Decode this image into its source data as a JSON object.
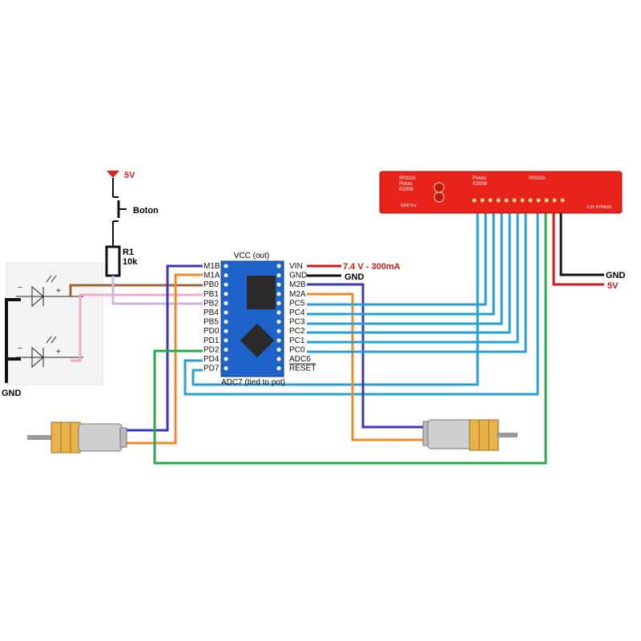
{
  "power_symbol": {
    "label": "5V",
    "color": "#e02020"
  },
  "button": {
    "label": "Boton"
  },
  "resistor": {
    "name": "R1",
    "value": "10k"
  },
  "gnd_left": {
    "label": "GND"
  },
  "board": {
    "top_label": "VCC (out)",
    "bottom_label": "ADC7 (tied to pot)",
    "left_pins": [
      "M1B",
      "M1A",
      "PB0",
      "PB1",
      "PB2",
      "PB4",
      "PB5",
      "PD0",
      "PD1",
      "PD2",
      "PD4",
      "PD7"
    ],
    "right_pins": [
      "VIN",
      "GND",
      "M2B",
      "M2A",
      "PC5",
      "PC4",
      "PC3",
      "PC2",
      "PC1",
      "PC0",
      "ADC6",
      "RESET"
    ],
    "color": "#1d63c9"
  },
  "supply": {
    "label": "7.4 V - 300mA",
    "color": "#d01818"
  },
  "board_gnd": {
    "label": "GND"
  },
  "sensor_board": {
    "labels": [
      "IRS02A",
      "Pololu",
      "©2008",
      "Pololu",
      "©2008",
      "IRS02A",
      "GND",
      "Vcc",
      "3.3V BYPASS"
    ],
    "color": "#e8231b"
  },
  "sensor_power": {
    "gnd": "GND",
    "vcc": "5V"
  },
  "wire_colors": {
    "blue": "#3a3ab8",
    "orange": "#ef8a28",
    "brown": "#a0643c",
    "pink": "#f2a8c8",
    "lilac": "#c8b8e0",
    "green": "#2aa84a",
    "cyan": "#2a9fd6",
    "red": "#d01818",
    "black": "#111111"
  }
}
